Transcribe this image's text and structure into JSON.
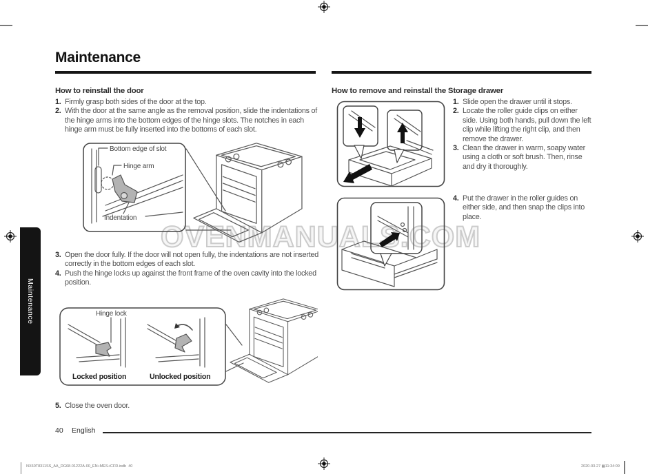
{
  "page": {
    "title": "Maintenance",
    "watermark": "OVENMANUALS.COM",
    "sidebar_tab": "Maintenance",
    "footer": {
      "page_number": "40",
      "language": "English"
    },
    "fineprint": {
      "file": "NX60T8311SS_AA_DG68-01222A-00_EN+MES+CFR.indb",
      "file_page": "40",
      "date": "2020-03-27",
      "ampm_glyph": "▦",
      "time": "11:34:09"
    },
    "icons": {
      "registration_mark": "crosshair-target",
      "crop_tick": "crop-mark-line"
    },
    "colors": {
      "ink": "#151515",
      "body_text": "#4f4f4f",
      "line_art": "#5a5a5a",
      "watermark_stroke": "#cbcbcb",
      "sidebar_tab_bg": "#141414"
    }
  },
  "left_section": {
    "heading": "How to reinstall the door",
    "steps_a": [
      {
        "num": "1.",
        "text": "Firmly grasp both sides of the door at the top."
      },
      {
        "num": "2.",
        "text": "With the door at the same angle as the removal position, slide the indentations of the hinge arms into the bottom edges of the hinge slots. The notches in each hinge arm must be fully inserted into the bottoms of each slot."
      }
    ],
    "figure1": {
      "label_bottom_edge": "Bottom edge of slot",
      "label_hinge_arm": "Hinge arm",
      "label_indentation": "Indentation"
    },
    "steps_b": [
      {
        "num": "3.",
        "text": "Open the door fully. If the door will not open fully, the indentations are not inserted correctly in the bottom edges of each slot."
      },
      {
        "num": "4.",
        "text": "Push the hinge locks up against the front frame of the oven cavity into the locked position."
      }
    ],
    "figure2": {
      "label_hinge_lock": "Hinge lock",
      "label_locked": "Locked position",
      "label_unlocked": "Unlocked position"
    },
    "steps_c": [
      {
        "num": "5.",
        "text": "Close the oven door."
      }
    ]
  },
  "right_section": {
    "heading": "How to remove and reinstall the Storage drawer",
    "steps_a": [
      {
        "num": "1.",
        "text": "Slide open the drawer until it stops."
      },
      {
        "num": "2.",
        "text": "Locate the roller guide clips on either side. Using both hands, pull down the left clip while lifting the right clip, and then remove the drawer."
      },
      {
        "num": "3.",
        "text": "Clean the drawer in warm, soapy water using a cloth or soft brush. Then, rinse and dry it thoroughly."
      }
    ],
    "steps_b": [
      {
        "num": "4.",
        "text": "Put the drawer in the roller guides on either side, and then snap the clips into place."
      }
    ]
  }
}
